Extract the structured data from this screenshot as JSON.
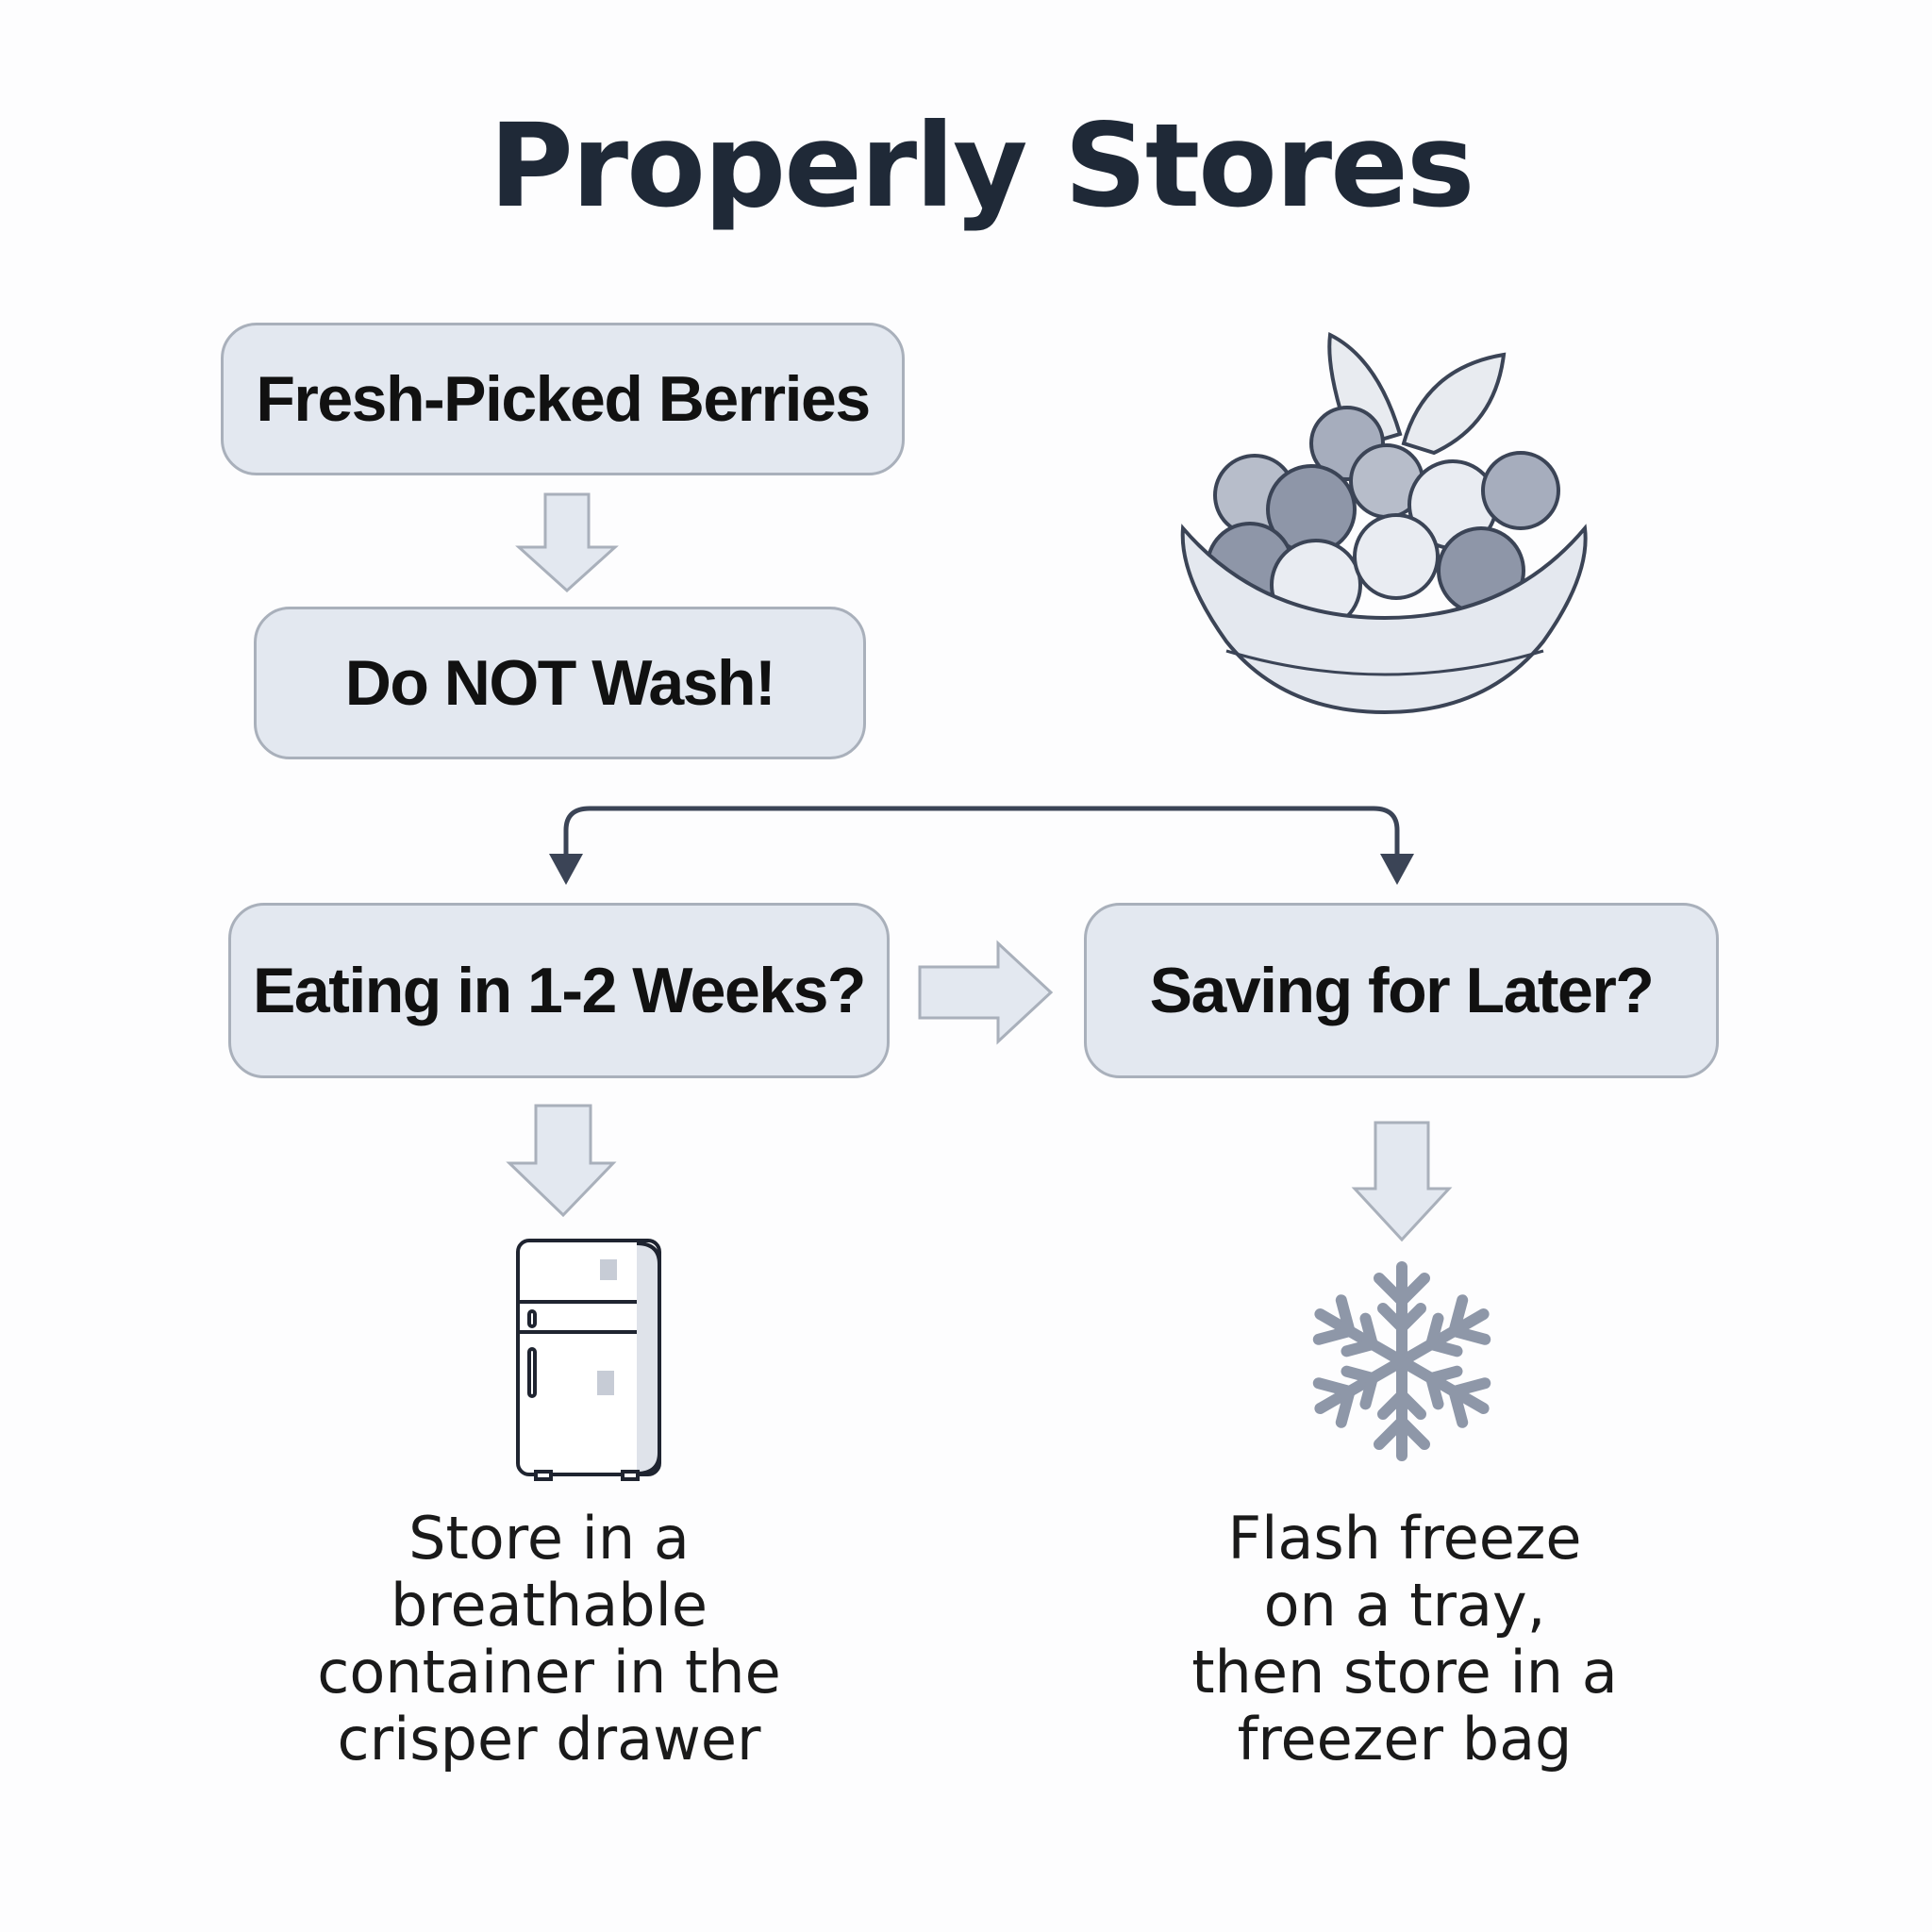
{
  "title": "Properly Stores",
  "steps": {
    "fresh": "Fresh-Picked Berries",
    "no_wash": "Do NOT Wash!",
    "eating": "Eating in 1-2 Weeks?",
    "saving": "Saving for Later?"
  },
  "notes": {
    "fridge": [
      "Store in a",
      "breathable",
      "container in the",
      "crisper drawer"
    ],
    "freeze": [
      "Flash freeze",
      "on a tray,",
      "then store in a",
      "freezer bag"
    ]
  },
  "icons": [
    "berry-bowl-icon",
    "fridge-icon",
    "snowflake-icon"
  ],
  "colors": {
    "box_fill": "#e3e8f0",
    "box_border": "#a9b0bb",
    "title": "#1f2937",
    "accent": "#3b4456"
  }
}
